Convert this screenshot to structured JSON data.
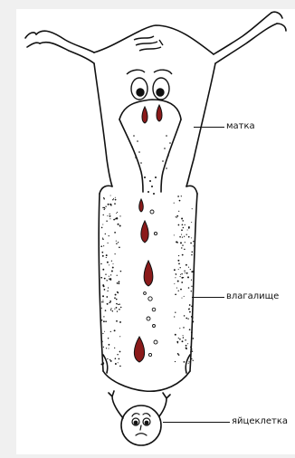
{
  "labels": {
    "uterus": "матка",
    "vagina": "влагалище",
    "egg": "яйцеклетка"
  },
  "colors": {
    "page_background": "#f0f0f0",
    "paper": "#ffffff",
    "ink": "#111111",
    "blood": "#8b1a1a"
  }
}
